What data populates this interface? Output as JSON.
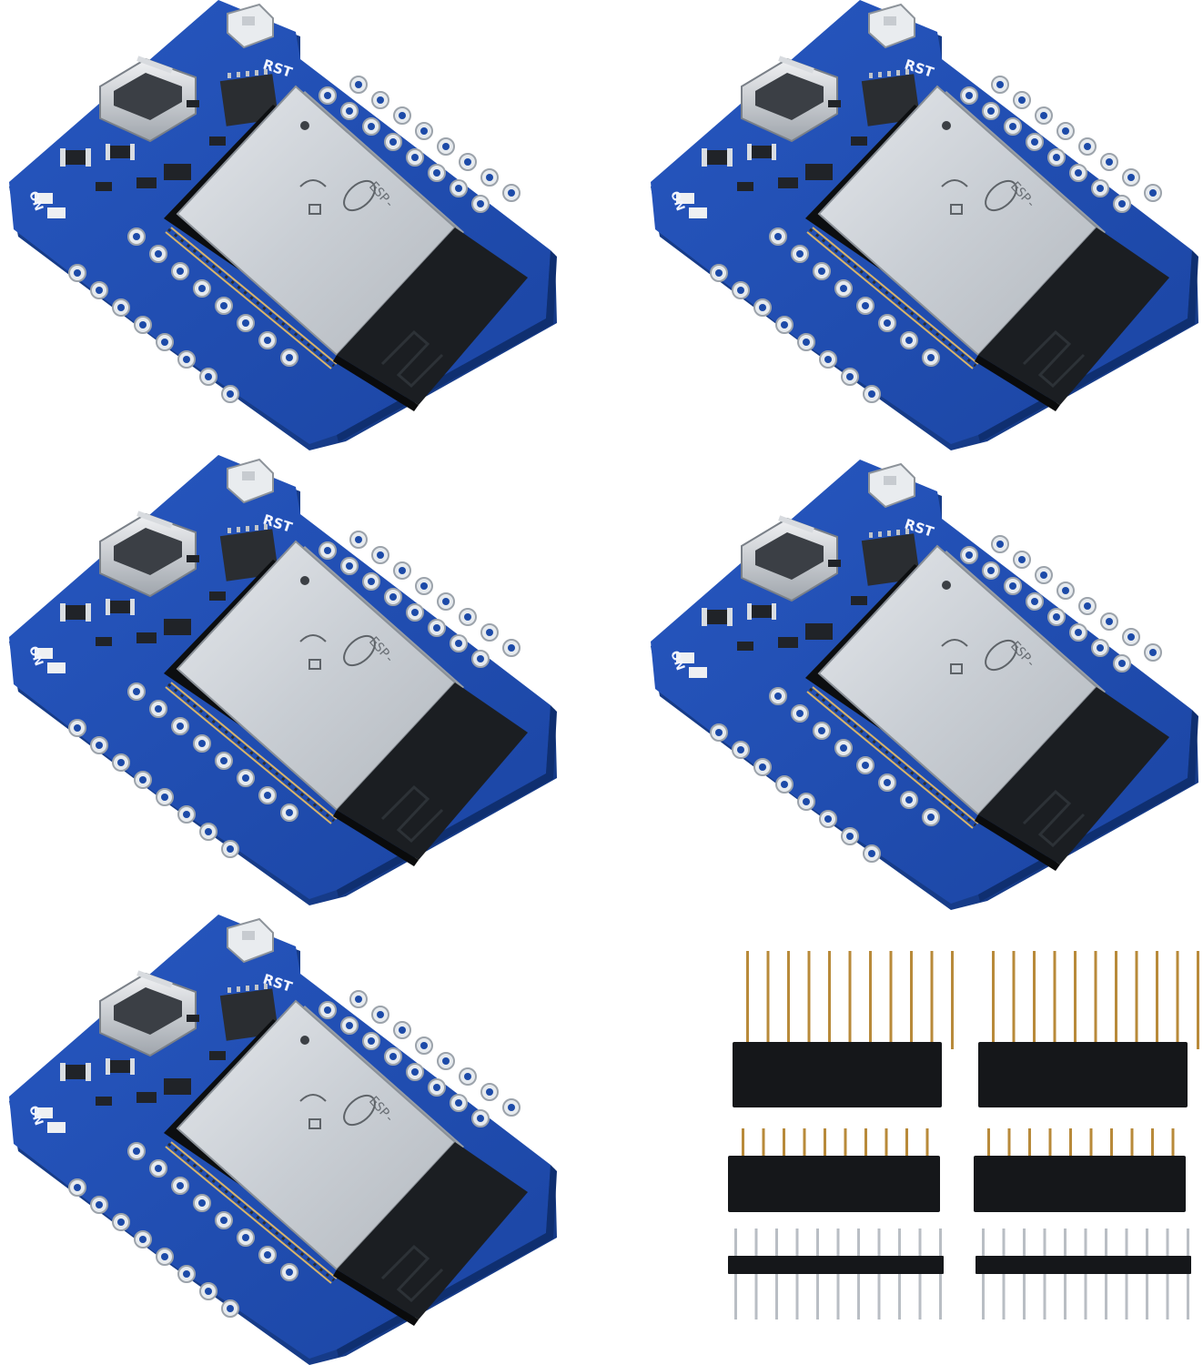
{
  "colors": {
    "background": "#ffffff",
    "pcb": "#1f4fb3",
    "pcb_edge": "#173f91",
    "pad_ring": "#d8dde4",
    "shield": "#cfd3d8",
    "antenna": "#1b1e22",
    "header_plastic": "#15171a",
    "pin_gold": "#b88a3a",
    "pin_silver": "#b9bec4"
  },
  "boards": [
    {
      "silk_reset": "RST",
      "silk_power": "ON",
      "module_brand": "ESP-"
    },
    {
      "silk_reset": "RST",
      "silk_power": "ON",
      "module_brand": "ESP-"
    },
    {
      "silk_reset": "RST",
      "silk_power": "ON",
      "module_brand": "ESP-"
    },
    {
      "silk_reset": "RST",
      "silk_power": "ON",
      "module_brand": "ESP-"
    },
    {
      "silk_reset": "RST",
      "silk_power": "ON",
      "module_brand": "ESP-"
    }
  ],
  "headers": [
    {
      "kind": "female-long",
      "pins": 10
    },
    {
      "kind": "female-long",
      "pins": 10
    },
    {
      "kind": "female-short",
      "pins": 10
    },
    {
      "kind": "female-short",
      "pins": 10
    },
    {
      "kind": "male",
      "pins": 10
    },
    {
      "kind": "male",
      "pins": 10
    }
  ],
  "icons": [
    "usb-port-icon",
    "reset-button-icon",
    "wifi-module-icon"
  ]
}
